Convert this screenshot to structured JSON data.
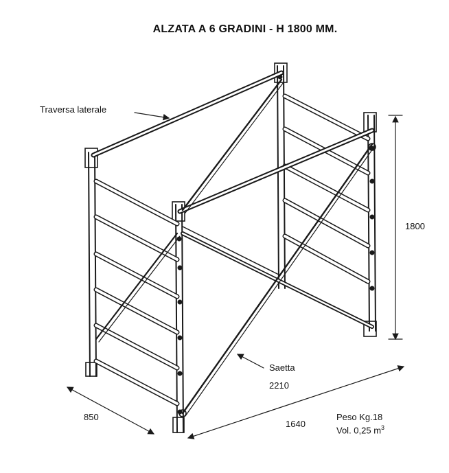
{
  "title": "ALZATA A 6 GRADINI - H 1800 MM.",
  "labels": {
    "traversa": "Traversa laterale",
    "height": "1800",
    "saetta": "Saetta",
    "saetta_len": "2210",
    "depth": "850",
    "width": "1640",
    "peso": "Peso Kg.18",
    "vol": "Vol. 0,25 m",
    "vol_unit_sup": "3"
  },
  "colors": {
    "ink": "#1a1a1a",
    "paper": "#ffffff"
  }
}
